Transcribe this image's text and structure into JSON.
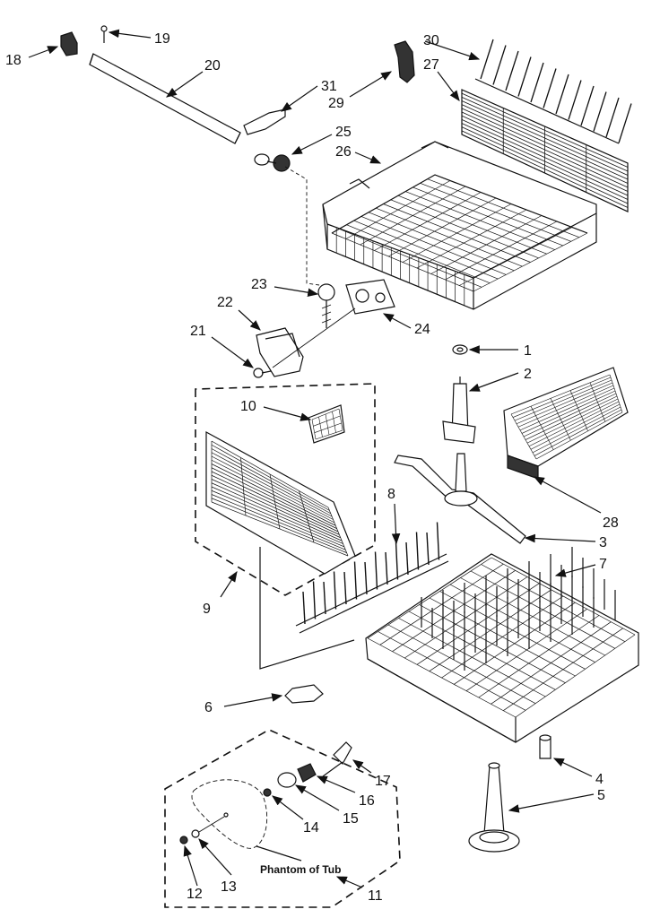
{
  "labels": {
    "p1": "1",
    "p2": "2",
    "p3": "3",
    "p4": "4",
    "p5": "5",
    "p6": "6",
    "p7": "7",
    "p8": "8",
    "p9": "9",
    "p10": "10",
    "p11": "11",
    "p12": "12",
    "p13": "13",
    "p14": "14",
    "p15": "15",
    "p16": "16",
    "p17": "17",
    "p18": "18",
    "p19": "19",
    "p20": "20",
    "p21": "21",
    "p22": "22",
    "p23": "23",
    "p24": "24",
    "p25": "25",
    "p26": "26",
    "p27": "27",
    "p28": "28",
    "p29": "29",
    "p30": "30",
    "p31": "31"
  },
  "caption": "Phantom of Tub"
}
